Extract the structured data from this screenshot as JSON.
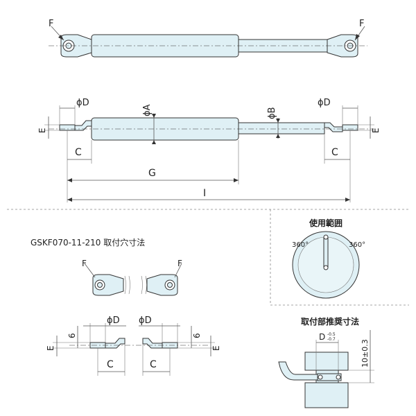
{
  "labels": {
    "F": "F",
    "D": "ϕD",
    "A": "ϕA",
    "B": "ϕB",
    "E": "E",
    "C": "C",
    "G": "G",
    "I": "I",
    "six": "6",
    "D_plain": "D"
  },
  "sections": {
    "mounting_hole_title": "GSKF070-11-210 取付穴寸法",
    "range_title": "使用範囲",
    "recommended_title": "取付部推奨寸法"
  },
  "range": {
    "left_angle": "360°",
    "right_angle": "360°"
  },
  "recommended": {
    "tolerance_upper": "-0.5",
    "tolerance_lower": "-0.7",
    "height_value": "10±0.3"
  }
}
